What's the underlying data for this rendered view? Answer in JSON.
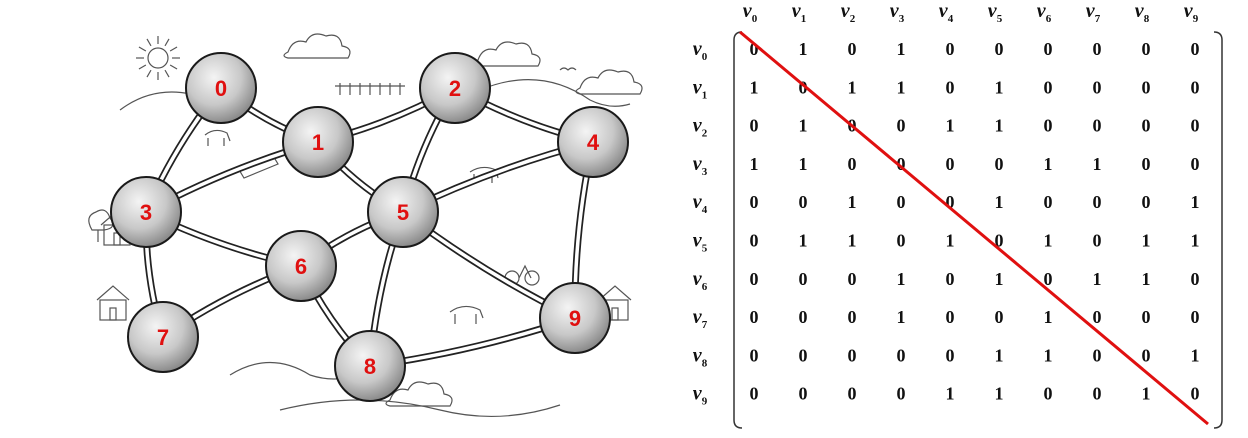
{
  "graph": {
    "nodes": [
      {
        "id": "0",
        "label": "0"
      },
      {
        "id": "1",
        "label": "1"
      },
      {
        "id": "2",
        "label": "2"
      },
      {
        "id": "3",
        "label": "3"
      },
      {
        "id": "4",
        "label": "4"
      },
      {
        "id": "5",
        "label": "5"
      },
      {
        "id": "6",
        "label": "6"
      },
      {
        "id": "7",
        "label": "7"
      },
      {
        "id": "8",
        "label": "8"
      },
      {
        "id": "9",
        "label": "9"
      }
    ],
    "edges": [
      [
        "0",
        "1"
      ],
      [
        "0",
        "3"
      ],
      [
        "1",
        "2"
      ],
      [
        "1",
        "3"
      ],
      [
        "1",
        "5"
      ],
      [
        "2",
        "4"
      ],
      [
        "2",
        "5"
      ],
      [
        "3",
        "6"
      ],
      [
        "3",
        "7"
      ],
      [
        "4",
        "5"
      ],
      [
        "4",
        "9"
      ],
      [
        "5",
        "6"
      ],
      [
        "5",
        "8"
      ],
      [
        "5",
        "9"
      ],
      [
        "6",
        "7"
      ],
      [
        "6",
        "8"
      ],
      [
        "8",
        "9"
      ]
    ],
    "node_label_color": "#e01010",
    "node_fill": "#c8c8c8"
  },
  "matrix": {
    "vertex_symbol": "v",
    "indices": [
      "0",
      "1",
      "2",
      "3",
      "4",
      "5",
      "6",
      "7",
      "8",
      "9"
    ],
    "rows": [
      [
        0,
        1,
        0,
        1,
        0,
        0,
        0,
        0,
        0,
        0
      ],
      [
        1,
        0,
        1,
        1,
        0,
        1,
        0,
        0,
        0,
        0
      ],
      [
        0,
        1,
        0,
        0,
        1,
        1,
        0,
        0,
        0,
        0
      ],
      [
        1,
        1,
        0,
        0,
        0,
        0,
        1,
        1,
        0,
        0
      ],
      [
        0,
        0,
        1,
        0,
        0,
        1,
        0,
        0,
        0,
        1
      ],
      [
        0,
        1,
        1,
        0,
        1,
        0,
        1,
        0,
        1,
        1
      ],
      [
        0,
        0,
        0,
        1,
        0,
        1,
        0,
        1,
        1,
        0
      ],
      [
        0,
        0,
        0,
        1,
        0,
        0,
        1,
        0,
        0,
        0
      ],
      [
        0,
        0,
        0,
        0,
        0,
        1,
        1,
        0,
        0,
        1
      ],
      [
        0,
        0,
        0,
        0,
        1,
        1,
        0,
        0,
        1,
        0
      ]
    ],
    "diagonal_color": "#e01010"
  }
}
